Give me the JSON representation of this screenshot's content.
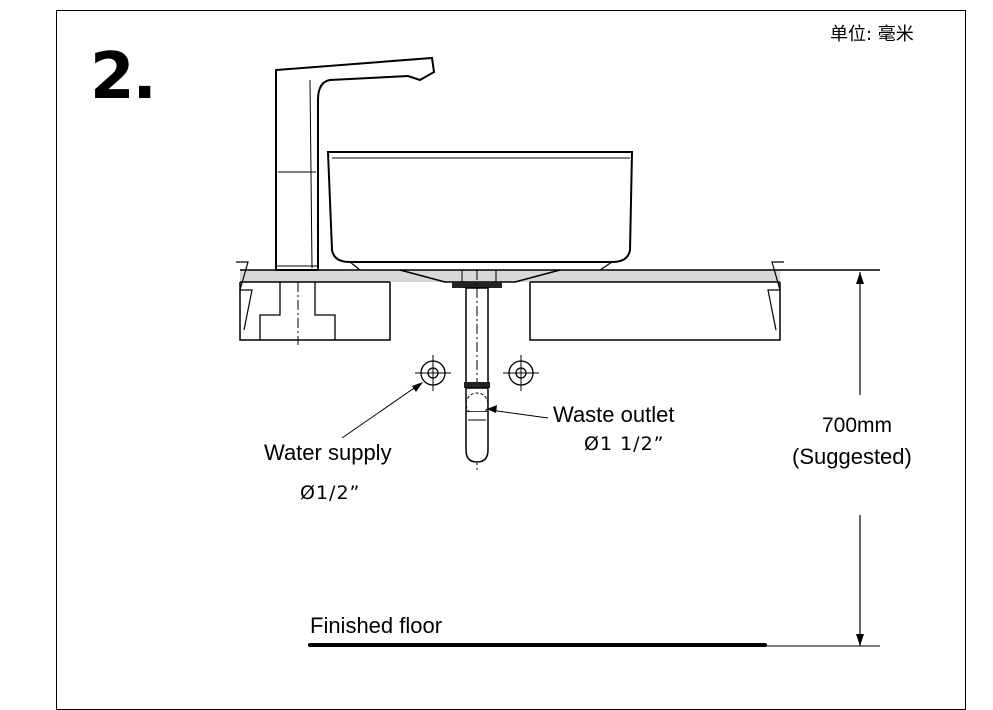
{
  "step_number": "2.",
  "unit_label": "单位: 毫米",
  "labels": {
    "water_supply": "Water supply",
    "water_supply_size": "Ø1/2”",
    "waste_outlet": "Waste outlet",
    "waste_outlet_size": "Ø1  1/2”",
    "height": "700mm",
    "height_note": "(Suggested)",
    "floor": "Finished floor"
  }
}
